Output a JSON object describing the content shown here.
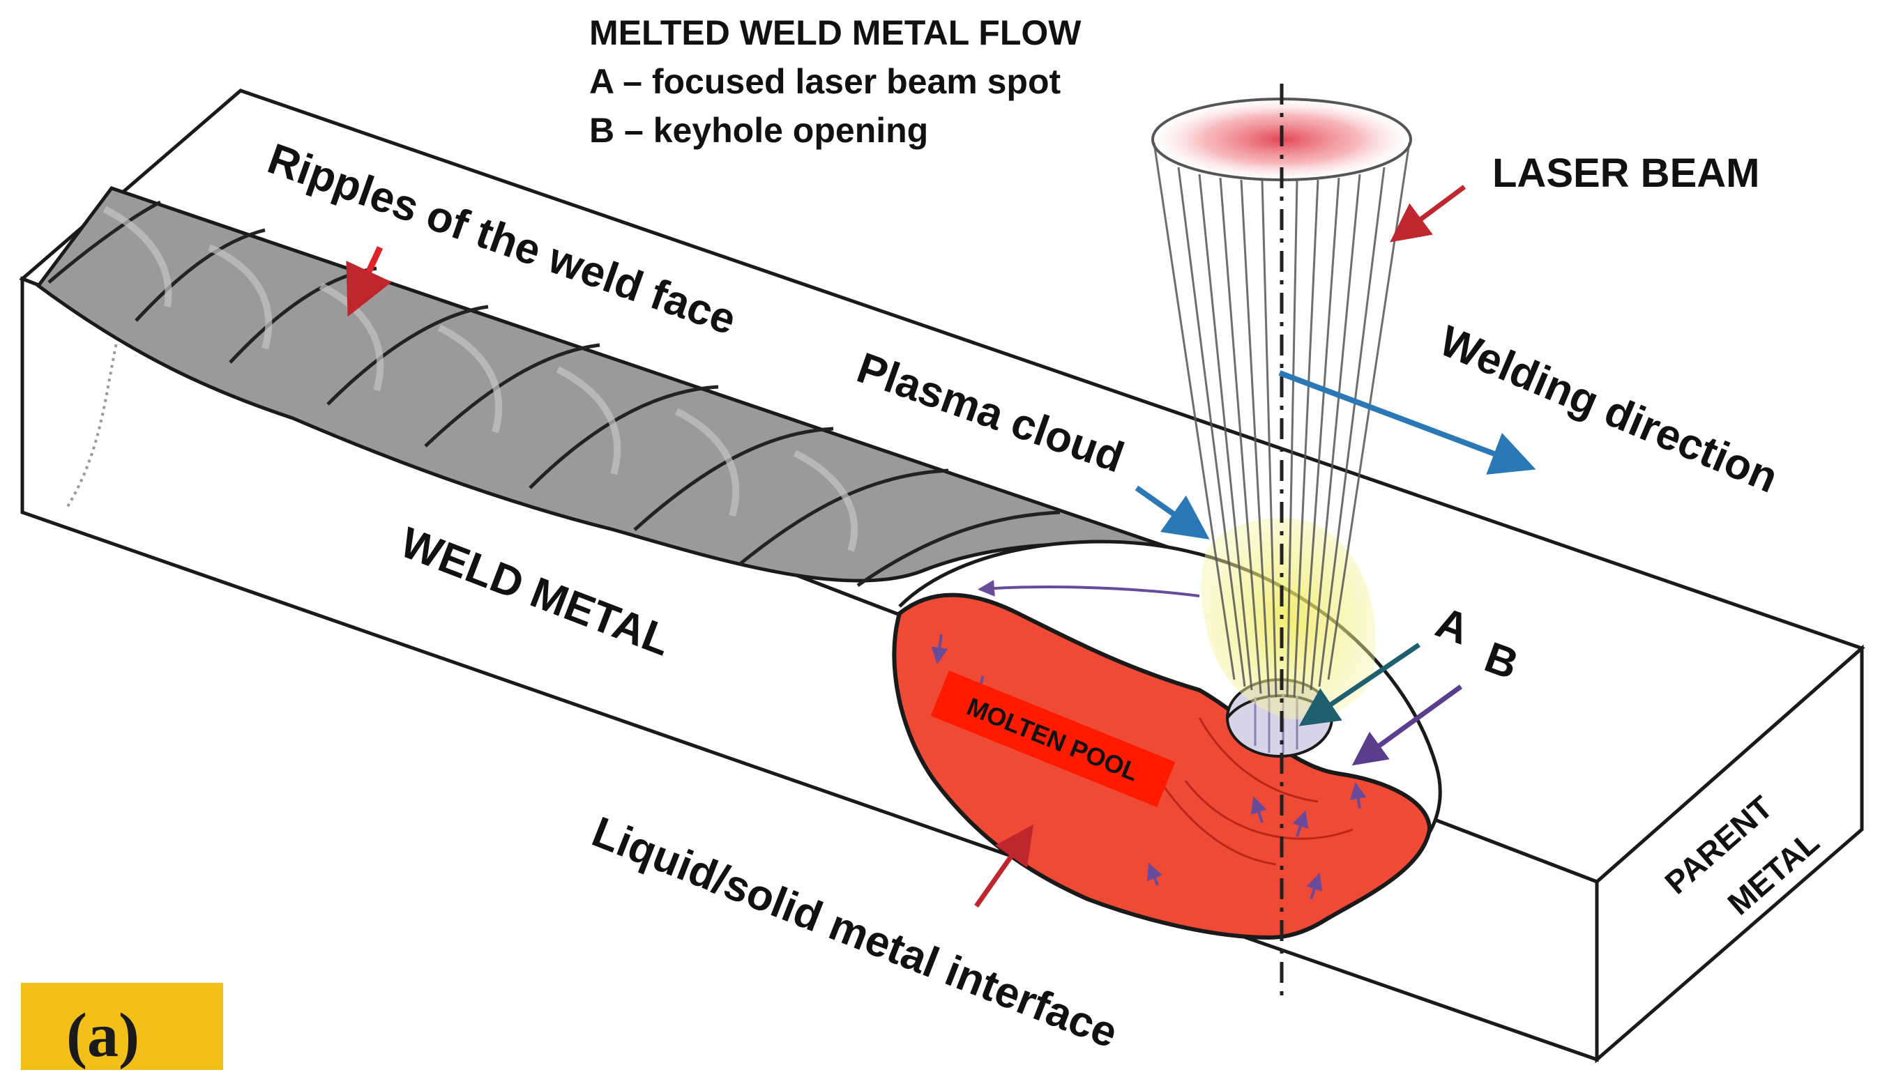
{
  "header": {
    "line1": "MELTED WELD METAL FLOW",
    "line2": "A – focused laser beam spot",
    "line3": "B – keyhole opening"
  },
  "labels": {
    "laser_beam": "LASER BEAM",
    "ripples": "Ripples of the weld face",
    "plasma_cloud": "Plasma cloud",
    "welding_direction": "Welding direction",
    "weld_metal": "WELD METAL",
    "marker_a": "A",
    "marker_b": "B",
    "molten_pool": "MOLTEN POOL",
    "liquid_solid_interface": "Liquid/solid metal interface",
    "parent_metal_line1": "PARENT",
    "parent_metal_line2": "METAL",
    "panel_tag": "(a)"
  },
  "colors": {
    "outline": "#1a1a1a",
    "weld_bead": "#9a9a9a",
    "molten_pool": "#ef4a36",
    "molten_label_box": "#ff1a00",
    "plasma": "#f0ee6a",
    "laser_top": "#f07a80",
    "welding_arrow": "#2a78b5",
    "marker_arrow": "#1f6070",
    "red_arrow": "#c0262d",
    "purple_arrow": "#5b3d8e",
    "panel_tag_bg": "#f2c018"
  },
  "icons": {
    "welding_direction": "arrow-right-icon",
    "plasma_pointer": "arrow-down-right-icon",
    "ripples_pointer": "arrow-down-icon",
    "laser_pointer": "arrow-down-left-icon",
    "interface_pointer": "arrow-up-icon"
  }
}
